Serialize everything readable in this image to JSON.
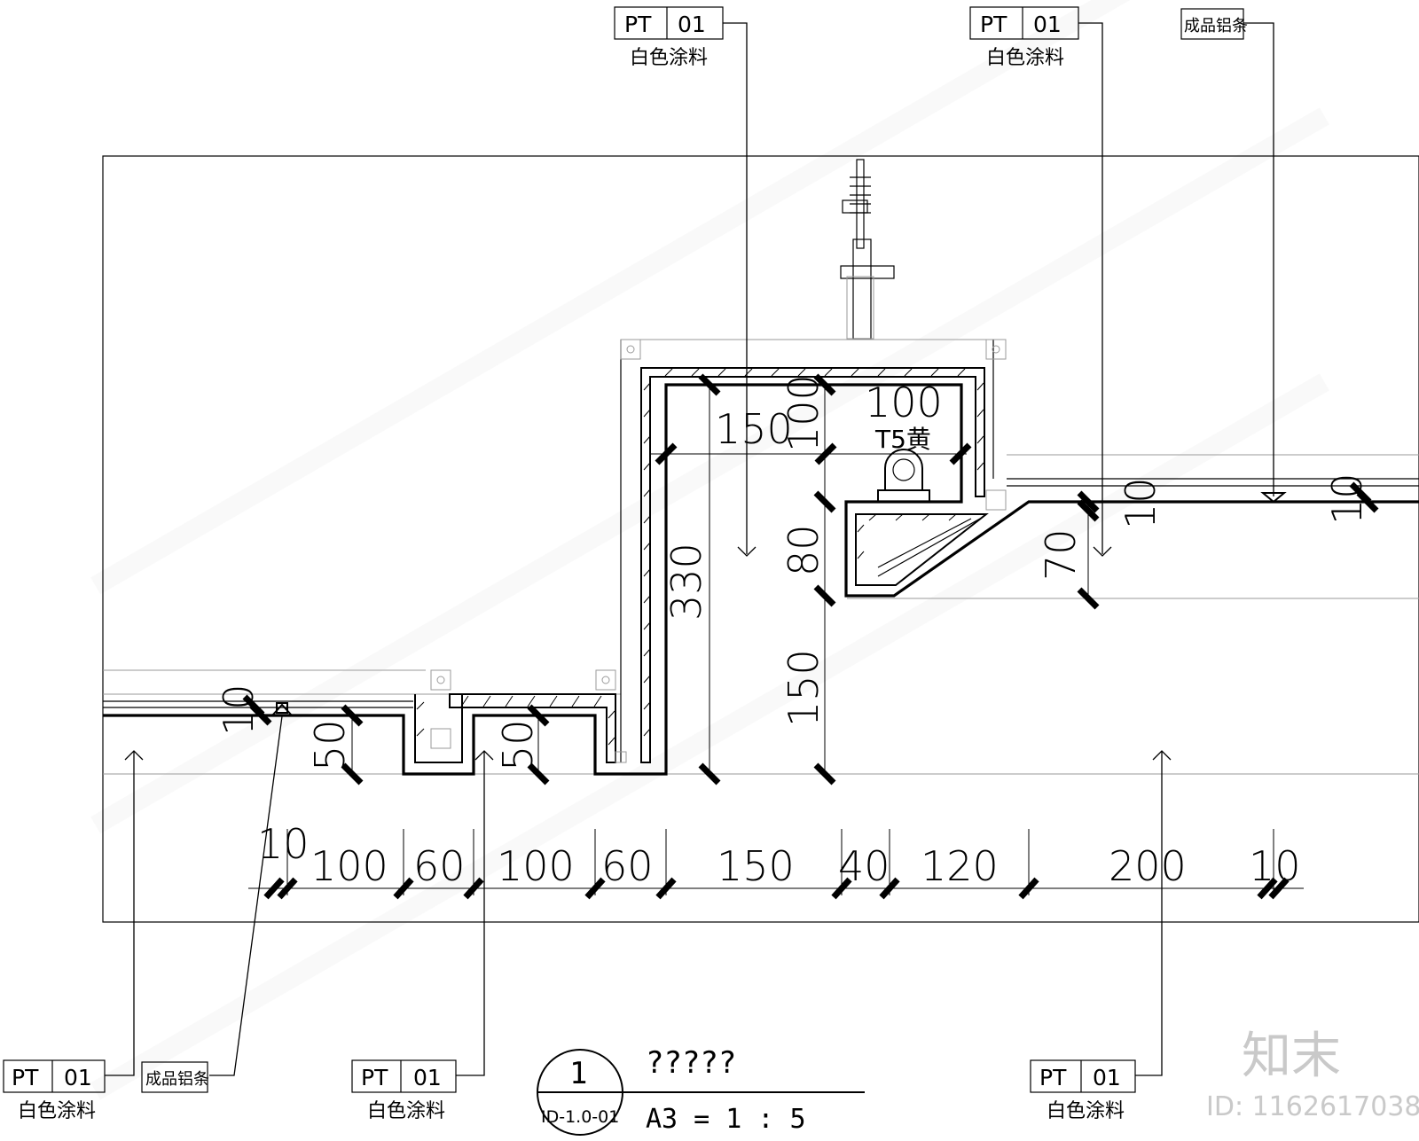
{
  "tags": {
    "top_left": {
      "code": "PT",
      "num": "01",
      "label": "白色涂料"
    },
    "top_middle": {
      "code": "PT",
      "num": "01",
      "label": "白色涂料"
    },
    "top_right": {
      "label": "成品铝条"
    },
    "bottom_left": {
      "code": "PT",
      "num": "01",
      "label": "白色涂料"
    },
    "bottom_left_strip": {
      "label": "成品铝条"
    },
    "bottom_middle": {
      "code": "PT",
      "num": "01",
      "label": "白色涂料"
    },
    "bottom_right": {
      "code": "PT",
      "num": "01",
      "label": "白色涂料"
    }
  },
  "dimensions": {
    "bottom": [
      "10",
      "100",
      "60",
      "100",
      "60",
      "150",
      "40",
      "120",
      "200",
      "10"
    ],
    "upper_box_150": "150",
    "upper_box_100_h": "100",
    "upper_box_100_v": "100",
    "lamp_label": "T5黄",
    "height_330": "330",
    "height_80": "80",
    "height_150": "150",
    "left_10": "10",
    "slot1_50": "50",
    "slot2_50": "50",
    "right_70": "70",
    "right_10a": "10",
    "right_10b": "10"
  },
  "title_block": {
    "number": "1",
    "sheet_ref": "ID-1.0-01",
    "name": "?????",
    "scale": "A3 = 1 : 5"
  },
  "watermark": {
    "brand": "知末",
    "id": "ID: 1162617038"
  }
}
